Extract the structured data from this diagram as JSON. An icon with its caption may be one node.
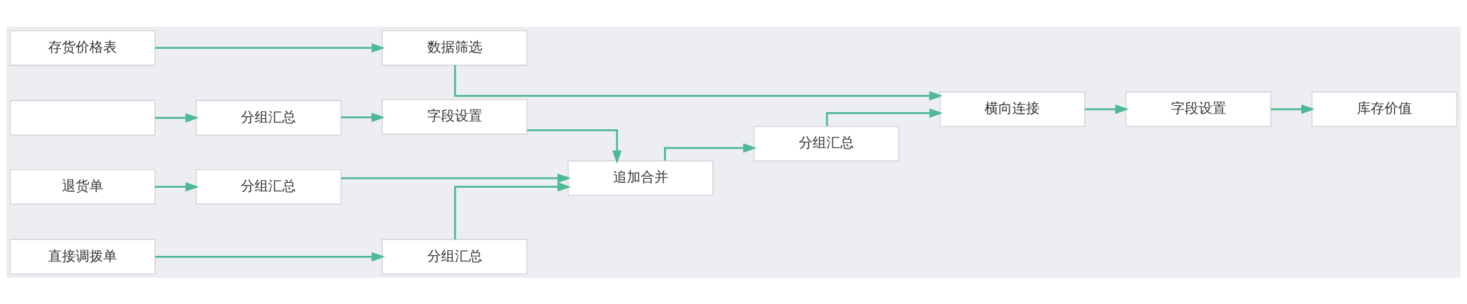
{
  "diagram": {
    "nodes": [
      {
        "text": [],
        "shape": "box"
      },
      {
        "text": [
          "分组汇总"
        ]
      },
      {
        "text": [
          "字段设置"
        ]
      },
      {
        "text": [
          "直接调拨单"
        ]
      },
      {
        "text": [
          "分组汇总"
        ]
      },
      {
        "text": [
          "退货单"
        ]
      },
      {
        "text": [
          "分组汇总"
        ]
      },
      {
        "text": [
          "存货价格表"
        ]
      },
      {
        "text": [
          "数据筛选"
        ]
      },
      {
        "text": [
          "追加合并"
        ]
      },
      {
        "text": [
          "分组汇总"
        ]
      },
      {
        "text": [
          "横向连接"
        ]
      },
      {
        "text": [
          "字段设置"
        ]
      },
      {
        "text": [
          "库存价值"
        ]
      }
    ],
    "edges": [
      {
        "from": 0,
        "to": 1,
        "arrow": "to"
      },
      {
        "from": 1,
        "to": 2,
        "arrow": "to"
      },
      {
        "from": 3,
        "to": 4,
        "arrow": "to"
      },
      {
        "from": 5,
        "to": 6,
        "arrow": "to"
      },
      {
        "from": 7,
        "to": 8,
        "arrow": "to"
      },
      {
        "from": 2,
        "to": 9,
        "arrow": "to"
      },
      {
        "from": 4,
        "to": 9,
        "arrow": "to"
      },
      {
        "from": 6,
        "to": 9,
        "arrow": "to"
      },
      {
        "from": 9,
        "to": 10,
        "arrow": "to"
      },
      {
        "from": 10,
        "to": 11,
        "arrow": "to"
      },
      {
        "from": 8,
        "to": 11,
        "arrow": "to"
      },
      {
        "from": 11,
        "to": 12,
        "arrow": "to"
      },
      {
        "from": 12,
        "to": 13,
        "arrow": "to"
      }
    ]
  }
}
